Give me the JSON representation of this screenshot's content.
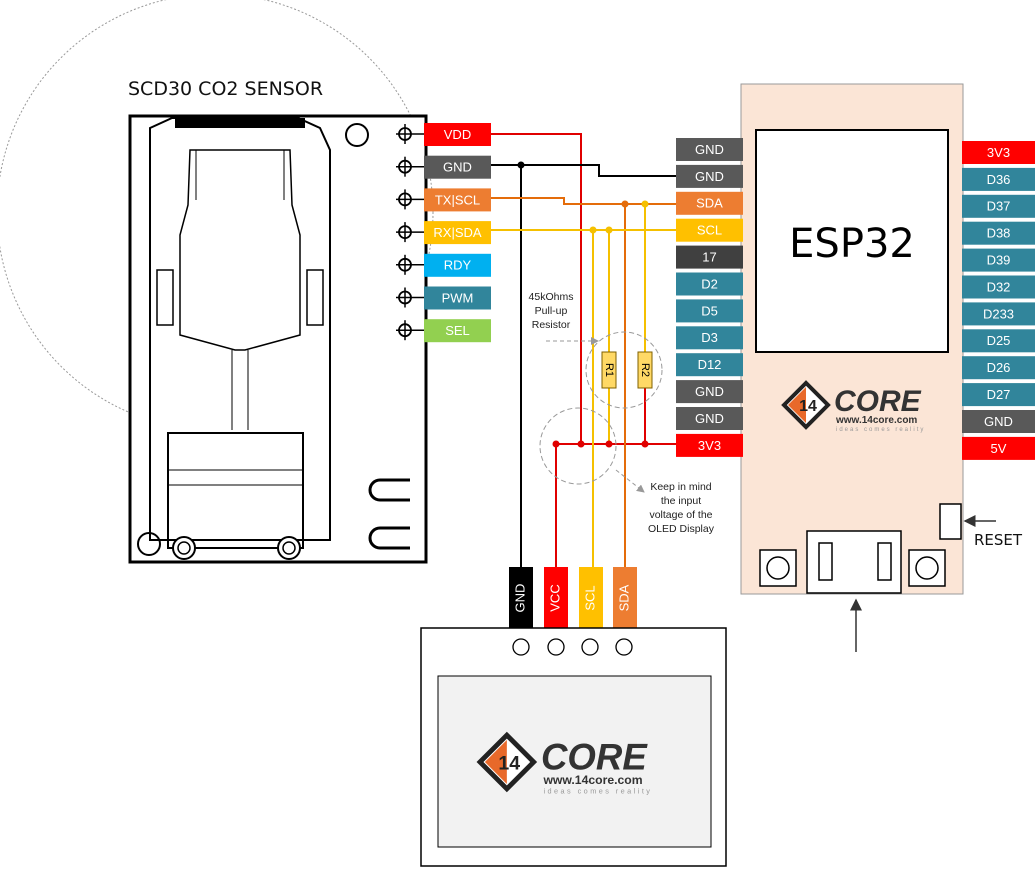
{
  "colors": {
    "vdd": "#ff0000",
    "gnd": "#595959",
    "scl": "#ed7d31",
    "sda": "#ffc000",
    "blue": "#31859b",
    "cyan": "#00b0f0",
    "green": "#92d050",
    "dark": "#404040",
    "black": "#000000",
    "board": "#fbe5d6",
    "resistor": "#ffd966",
    "wire_red": "#e00000",
    "wire_orange": "#e46c0a",
    "wire_yellow": "#f5c000",
    "logo_orange": "#e8692a"
  },
  "sensor": {
    "title": "SCD30 CO2 SENSOR",
    "pins": [
      {
        "label": "VDD",
        "color": "#ff0000"
      },
      {
        "label": "GND",
        "color": "#595959"
      },
      {
        "label": "TX|SCL",
        "color": "#ed7d31"
      },
      {
        "label": "RX|SDA",
        "color": "#ffc000"
      },
      {
        "label": "RDY",
        "color": "#00b0f0"
      },
      {
        "label": "PWM",
        "color": "#31859b"
      },
      {
        "label": "SEL",
        "color": "#92d050"
      }
    ]
  },
  "esp32": {
    "title": "ESP32",
    "left_pins": [
      {
        "label": "GND",
        "color": "#595959"
      },
      {
        "label": "GND",
        "color": "#595959"
      },
      {
        "label": "SDA",
        "color": "#ed7d31"
      },
      {
        "label": "SCL",
        "color": "#ffc000"
      },
      {
        "label": "17",
        "color": "#404040"
      },
      {
        "label": "D2",
        "color": "#31859b"
      },
      {
        "label": "D5",
        "color": "#31859b"
      },
      {
        "label": "D3",
        "color": "#31859b"
      },
      {
        "label": "D12",
        "color": "#31859b"
      },
      {
        "label": "GND",
        "color": "#595959"
      },
      {
        "label": "GND",
        "color": "#595959"
      },
      {
        "label": "3V3",
        "color": "#ff0000"
      }
    ],
    "right_pins": [
      {
        "label": "3V3",
        "color": "#ff0000"
      },
      {
        "label": "D36",
        "color": "#31859b"
      },
      {
        "label": "D37",
        "color": "#31859b"
      },
      {
        "label": "D38",
        "color": "#31859b"
      },
      {
        "label": "D39",
        "color": "#31859b"
      },
      {
        "label": "D32",
        "color": "#31859b"
      },
      {
        "label": "D233",
        "color": "#31859b"
      },
      {
        "label": "D25",
        "color": "#31859b"
      },
      {
        "label": "D26",
        "color": "#31859b"
      },
      {
        "label": "D27",
        "color": "#31859b"
      },
      {
        "label": "GND",
        "color": "#595959"
      },
      {
        "label": "5V",
        "color": "#ff0000"
      }
    ],
    "reset_label": "RESET"
  },
  "resistors": {
    "r1": "R1",
    "r2": "R2",
    "note_lines": [
      "45kOhms",
      "Pull-up",
      "Resistor"
    ]
  },
  "oled": {
    "pins": [
      {
        "label": "GND",
        "color": "#000000"
      },
      {
        "label": "VCC",
        "color": "#ff0000"
      },
      {
        "label": "SCL",
        "color": "#ffc000"
      },
      {
        "label": "SDA",
        "color": "#ed7d31"
      }
    ],
    "note_lines": [
      "Keep in mind",
      "the input",
      "voltage of the",
      "OLED Display"
    ]
  },
  "logo": {
    "name": "CORE",
    "url": "www.14core.com",
    "tagline": "ideas comes reality",
    "badge": "14"
  }
}
